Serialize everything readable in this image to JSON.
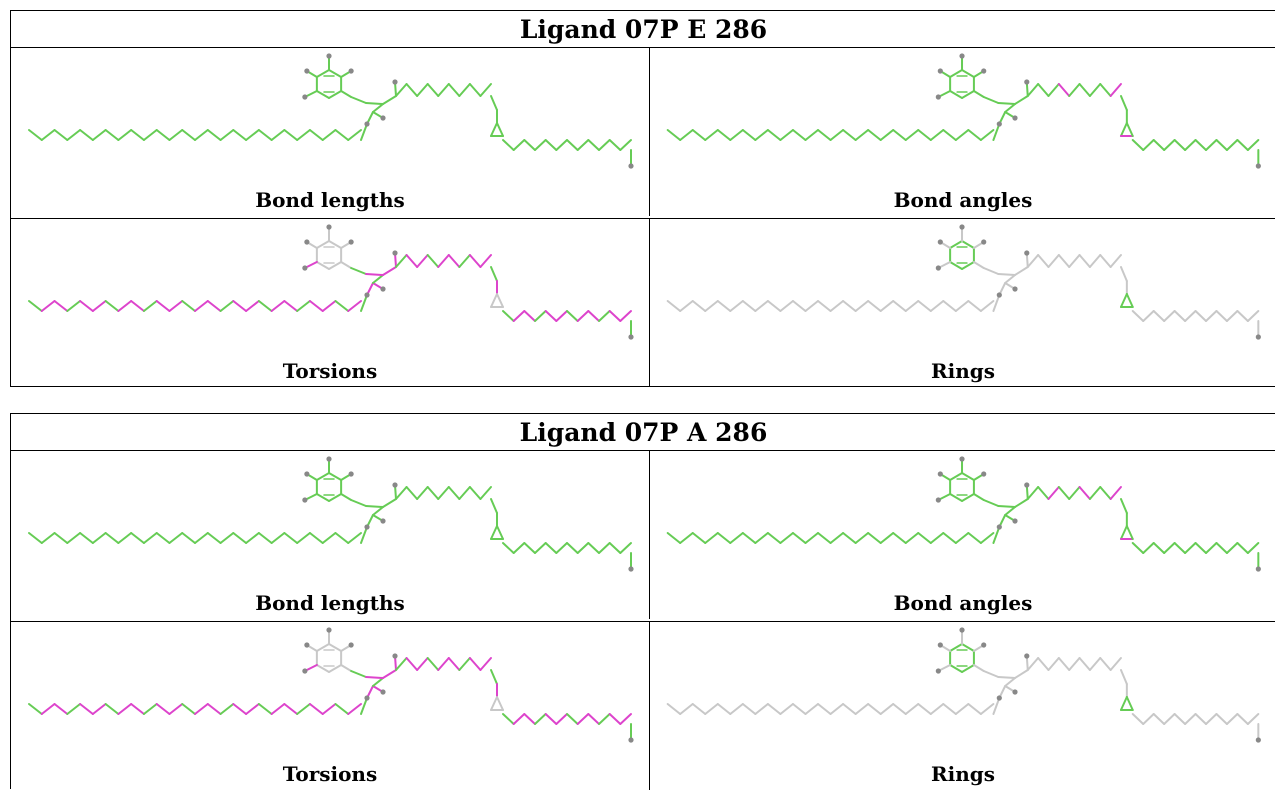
{
  "colors": {
    "ok": "#66cc55",
    "outlier": "#dd44cc",
    "neutral": "#c8c8c8",
    "atom": "#888888"
  },
  "tables": [
    {
      "title": "Ligand 07P E 286",
      "panels": [
        {
          "label": "Bond lengths",
          "scheme": "all_green"
        },
        {
          "label": "Bond angles",
          "scheme": "angles_e"
        },
        {
          "label": "Torsions",
          "scheme": "torsions"
        },
        {
          "label": "Rings",
          "scheme": "rings"
        }
      ]
    },
    {
      "title": "Ligand 07P A 286",
      "panels": [
        {
          "label": "Bond lengths",
          "scheme": "all_green"
        },
        {
          "label": "Bond angles",
          "scheme": "angles_a"
        },
        {
          "label": "Torsions",
          "scheme": "torsions"
        },
        {
          "label": "Rings",
          "scheme": "rings"
        }
      ]
    }
  ]
}
